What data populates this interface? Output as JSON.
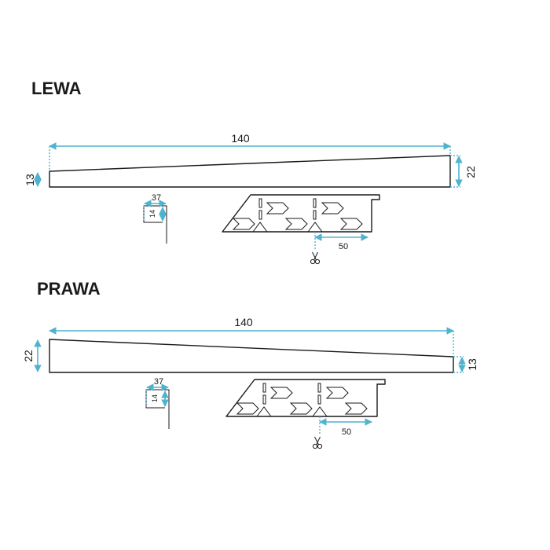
{
  "colors": {
    "dimension": "#4fb3cf",
    "outline": "#1a1a1a",
    "background": "#ffffff"
  },
  "left": {
    "title": "LEWA",
    "length": "140",
    "height_left": "13",
    "height_right": "22",
    "profile_width": "37",
    "profile_height": "14",
    "spacing": "50"
  },
  "right": {
    "title": "PRAWA",
    "length": "140",
    "height_left": "22",
    "height_right": "13",
    "profile_width": "37",
    "profile_height": "14",
    "spacing": "50"
  },
  "icons": {
    "cut": "scissors-icon"
  }
}
